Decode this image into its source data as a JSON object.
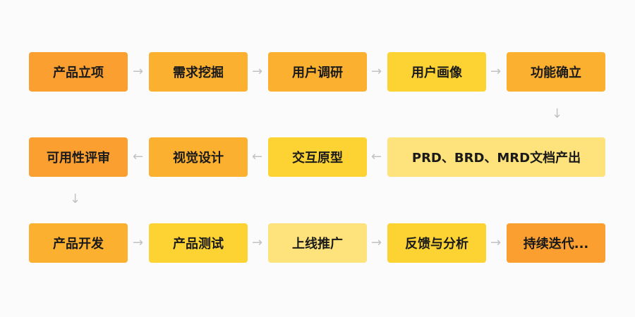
{
  "colors": {
    "deep_orange": "#fb9f30",
    "orange": "#fcb02f",
    "yellow": "#fdd333",
    "light_yellow": "#fee27b",
    "arrow": "#c2c2c2",
    "background": "#fbfbfb"
  },
  "rows": [
    {
      "steps": [
        {
          "label": "产品立项",
          "color": "deep_orange"
        },
        {
          "label": "需求挖掘",
          "color": "orange"
        },
        {
          "label": "用户调研",
          "color": "orange"
        },
        {
          "label": "用户画像",
          "color": "yellow"
        },
        {
          "label": "功能确立",
          "color": "orange"
        }
      ]
    },
    {
      "steps": [
        {
          "label": "可用性评审",
          "color": "deep_orange"
        },
        {
          "label": "视觉设计",
          "color": "orange"
        },
        {
          "label": "交互原型",
          "color": "yellow"
        },
        {
          "label": "PRD、BRD、MRD文档产出",
          "color": "light_yellow"
        }
      ]
    },
    {
      "steps": [
        {
          "label": "产品开发",
          "color": "orange"
        },
        {
          "label": "产品测试",
          "color": "yellow"
        },
        {
          "label": "上线推广",
          "color": "light_yellow"
        },
        {
          "label": "反馈与分析",
          "color": "yellow"
        },
        {
          "label": "持续迭代...",
          "color": "deep_orange"
        }
      ]
    }
  ],
  "arrow_icons": {
    "right": "→",
    "left": "←",
    "down": "↓"
  }
}
